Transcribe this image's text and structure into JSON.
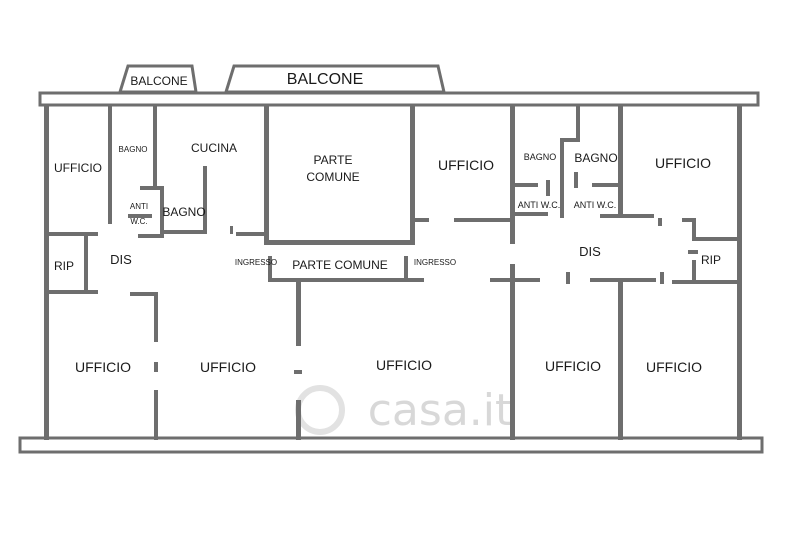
{
  "plan": {
    "wall_color": "#6e6e6e",
    "rooms": {
      "balcone_small": "BALCONE",
      "balcone_large": "BALCONE",
      "ufficio_top_left": "UFFICIO",
      "bagno_small_left": "BAGNO",
      "cucina": "CUCINA",
      "anti": "ANTI",
      "wc": "W.C.",
      "bagno_left": "BAGNO",
      "parte_comune_top_1": "PARTE",
      "parte_comune_top_2": "COMUNE",
      "ufficio_top_center": "UFFICIO",
      "bagno_right_small": "BAGNO",
      "bagno_right": "BAGNO",
      "ufficio_top_right": "UFFICIO",
      "anti_wc_right_1": "ANTI W.C.",
      "anti_wc_right_2": "ANTI W.C.",
      "rip_left": "RIP",
      "dis_left": "DIS",
      "ingresso_left": "INGRESSO",
      "parte_comune_corridor": "PARTE COMUNE",
      "ingresso_right": "INGRESSO",
      "dis_right": "DIS",
      "rip_right": "RIP",
      "ufficio_bottom_1": "UFFICIO",
      "ufficio_bottom_2": "UFFICIO",
      "ufficio_bottom_3": "UFFICIO",
      "ufficio_bottom_4": "UFFICIO",
      "ufficio_bottom_5": "UFFICIO"
    },
    "watermark": "casa.it"
  }
}
